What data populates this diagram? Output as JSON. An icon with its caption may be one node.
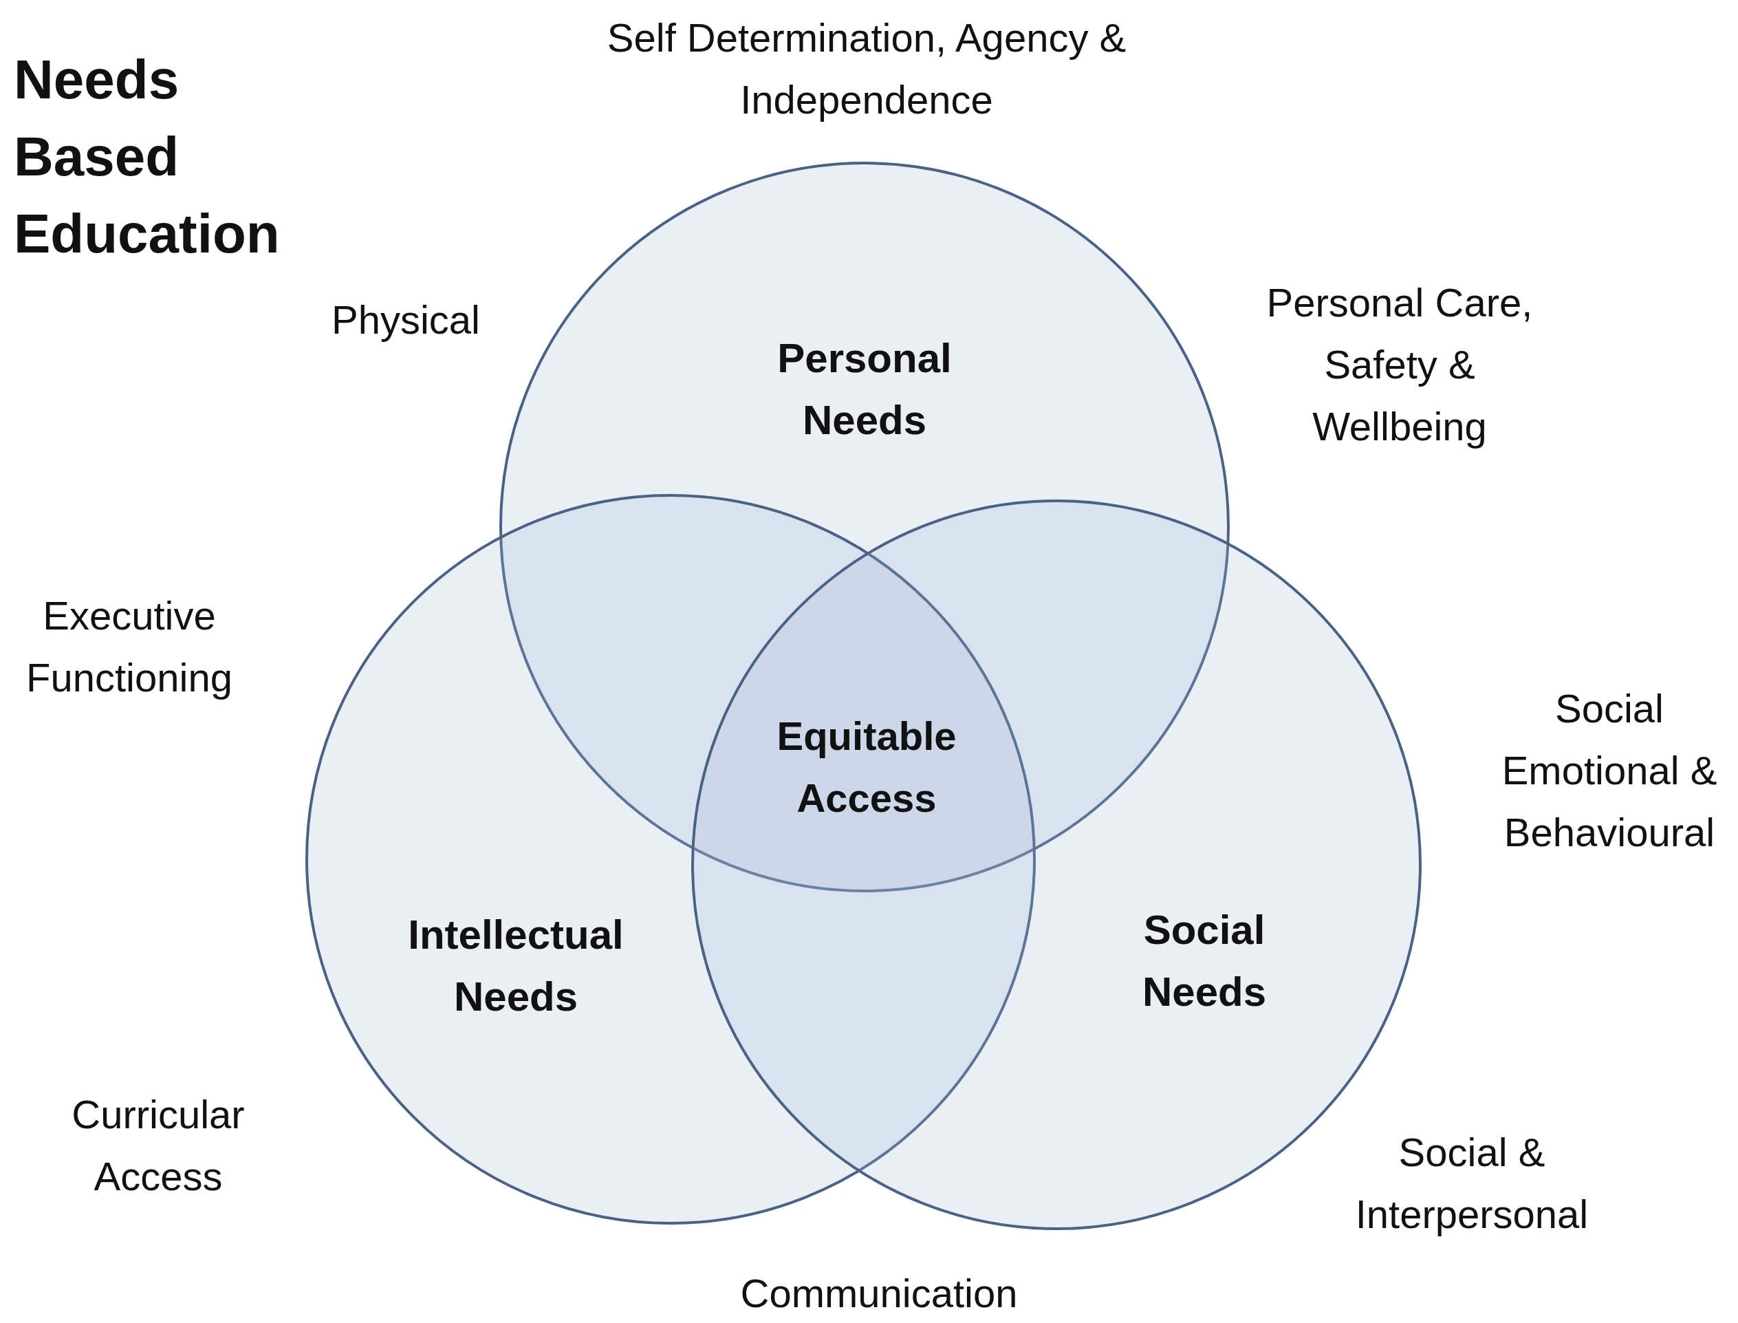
{
  "diagram": {
    "title": "Needs Based Education",
    "nodes": [
      {
        "text": [
          "Personal Needs"
        ]
      },
      {
        "text": [
          "Intellectual Needs"
        ]
      },
      {
        "text": [
          "Social Needs"
        ]
      }
    ],
    "edges": [],
    "labels": [
      "Self Determination, Agency & Independence",
      "Physical",
      "Personal Care, Safety & Wellbeing",
      "Executive Functioning",
      "Equitable Access",
      "Social Emotional & Behavioural",
      "Curricular Access",
      "Social & Interpersonal",
      "Communication"
    ]
  }
}
